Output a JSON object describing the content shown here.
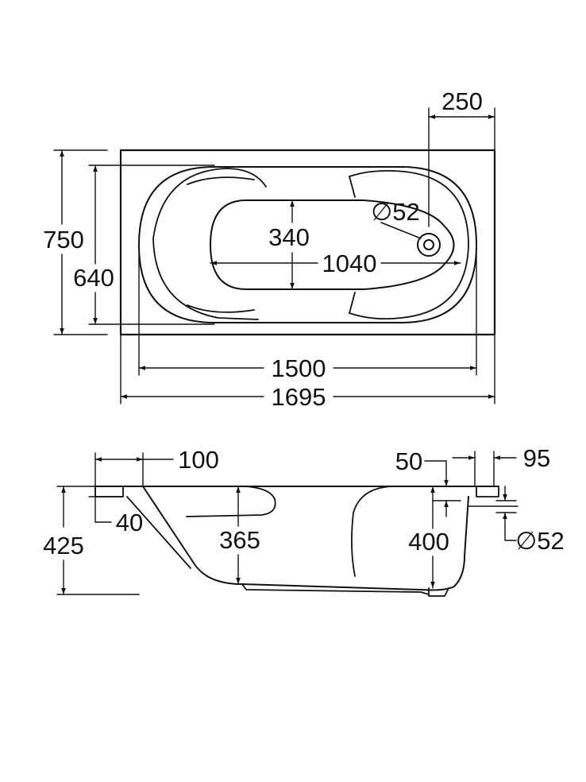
{
  "top_view": {
    "dim_250": "250",
    "dim_750": "750",
    "dim_640": "640",
    "dim_340": "340",
    "dim_1040": "1040",
    "dim_1500": "1500",
    "dim_1695": "1695",
    "drain_dia": "∅52"
  },
  "side_view": {
    "dim_100": "100",
    "dim_40": "40",
    "dim_425": "425",
    "dim_365": "365",
    "dim_50": "50",
    "dim_95": "95",
    "dim_400": "400",
    "overflow_dia": "∅52"
  },
  "colors": {
    "line": "#111111",
    "background": "#ffffff"
  }
}
